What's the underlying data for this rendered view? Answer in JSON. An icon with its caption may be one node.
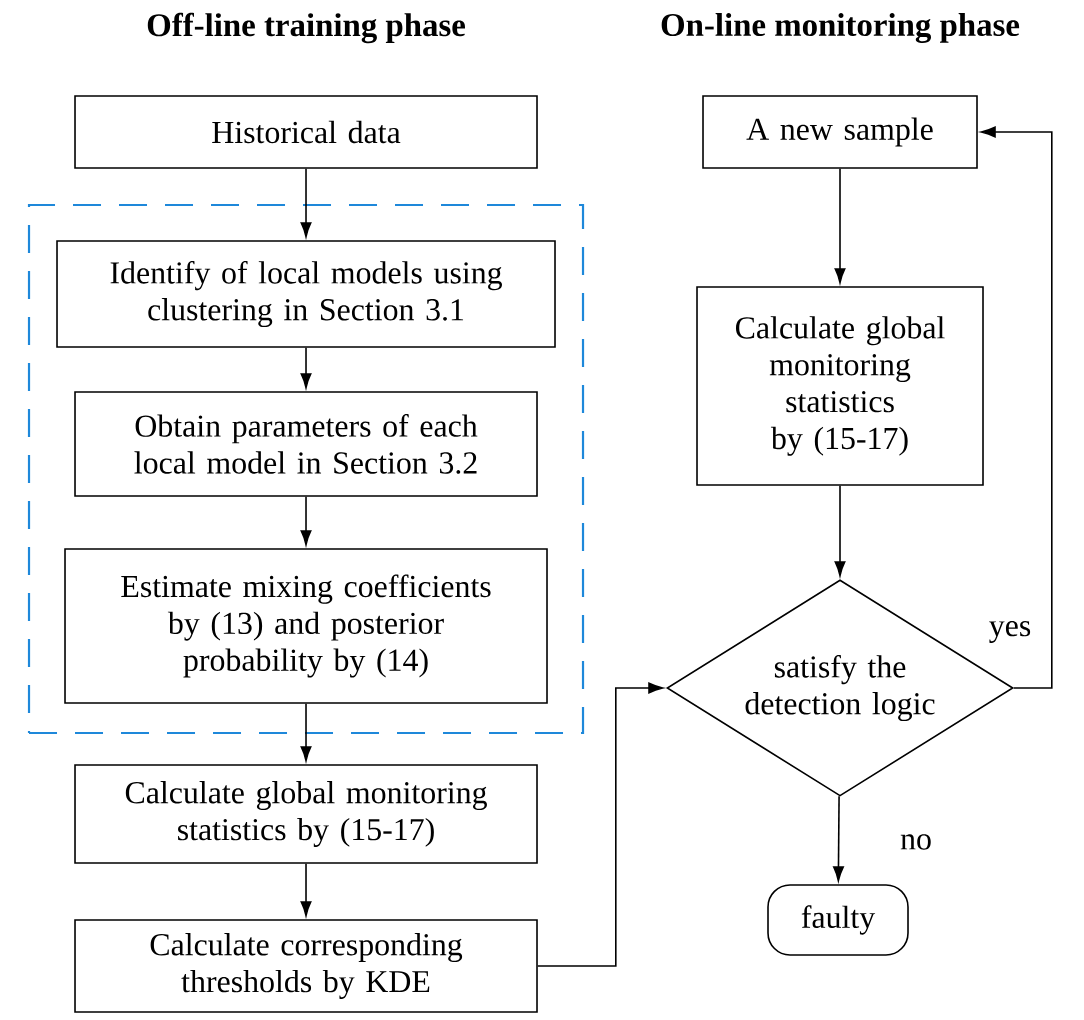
{
  "diagram": {
    "nodes": [
      {
        "text": [
          "Historical data"
        ]
      },
      {
        "text": [],
        "shape": "box"
      },
      {
        "text": [
          "Identify of local models using clustering in Section 3.1"
        ],
        "in": 1
      },
      {
        "text": [
          "Obtain parameters of each local model in Section 3.2"
        ],
        "in": 1
      },
      {
        "text": [
          "Estimate  mixing coefficients by (13) and posterior probability by (14)"
        ],
        "in": 1
      },
      {
        "text": [
          "Calculate global monitoring statistics  by (15-17)"
        ]
      },
      {
        "text": [
          "Calculate corresponding thresholds by KDE"
        ]
      },
      {
        "text": [
          "A new sample"
        ]
      },
      {
        "text": [
          "Calculate global monitoring statistics  by (15-17)"
        ]
      },
      {
        "text": [
          "satisfy the detection logic"
        ]
      },
      {
        "text": [
          "faulty"
        ]
      }
    ],
    "edges": [
      {
        "from": 0,
        "to": 2,
        "arrow": "to"
      },
      {
        "from": 2,
        "to": 3,
        "arrow": "to"
      },
      {
        "from": 3,
        "to": 4,
        "arrow": "to"
      },
      {
        "from": 4,
        "to": 5,
        "arrow": "to"
      },
      {
        "from": 5,
        "to": 6,
        "arrow": "to"
      },
      {
        "from": 6,
        "to": 9,
        "arrow": "to"
      },
      {
        "from": 7,
        "to": 8,
        "arrow": "to"
      },
      {
        "from": 8,
        "to": 9,
        "arrow": "to"
      },
      {
        "from": 9,
        "to": 7,
        "label": "yes",
        "arrow": "to"
      },
      {
        "from": 9,
        "to": 10,
        "label": "no",
        "arrow": "to"
      }
    ],
    "labels": [
      "Off-line training phase",
      "On-line monitoring phase"
    ]
  }
}
